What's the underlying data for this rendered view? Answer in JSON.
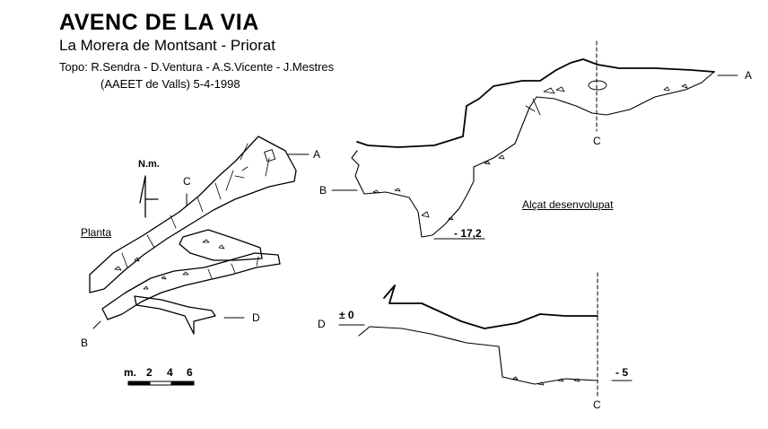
{
  "header": {
    "title": "AVENC DE LA VIA",
    "location": "La Morera de Montsant - Priorat",
    "topo_line": "Topo: R.Sendra - D.Ventura - A.S.Vicente - J.Mestres",
    "club_date": "(AAEET de Valls)  5-4-1998"
  },
  "plan": {
    "view_label": "Planta",
    "north_label": "N.m.",
    "points": {
      "a": "A",
      "b": "B",
      "c": "C",
      "d": "D"
    },
    "scale": {
      "unit": "m.",
      "ticks": [
        "2",
        "4",
        "6"
      ]
    }
  },
  "elevation": {
    "view_label": "Alçat desenvolupat",
    "upper": {
      "a": "A",
      "b": "B",
      "c": "C",
      "depth": "- 17,2"
    },
    "lower": {
      "d": "D",
      "c": "C",
      "zero": "± 0",
      "depth": "- 5"
    }
  }
}
